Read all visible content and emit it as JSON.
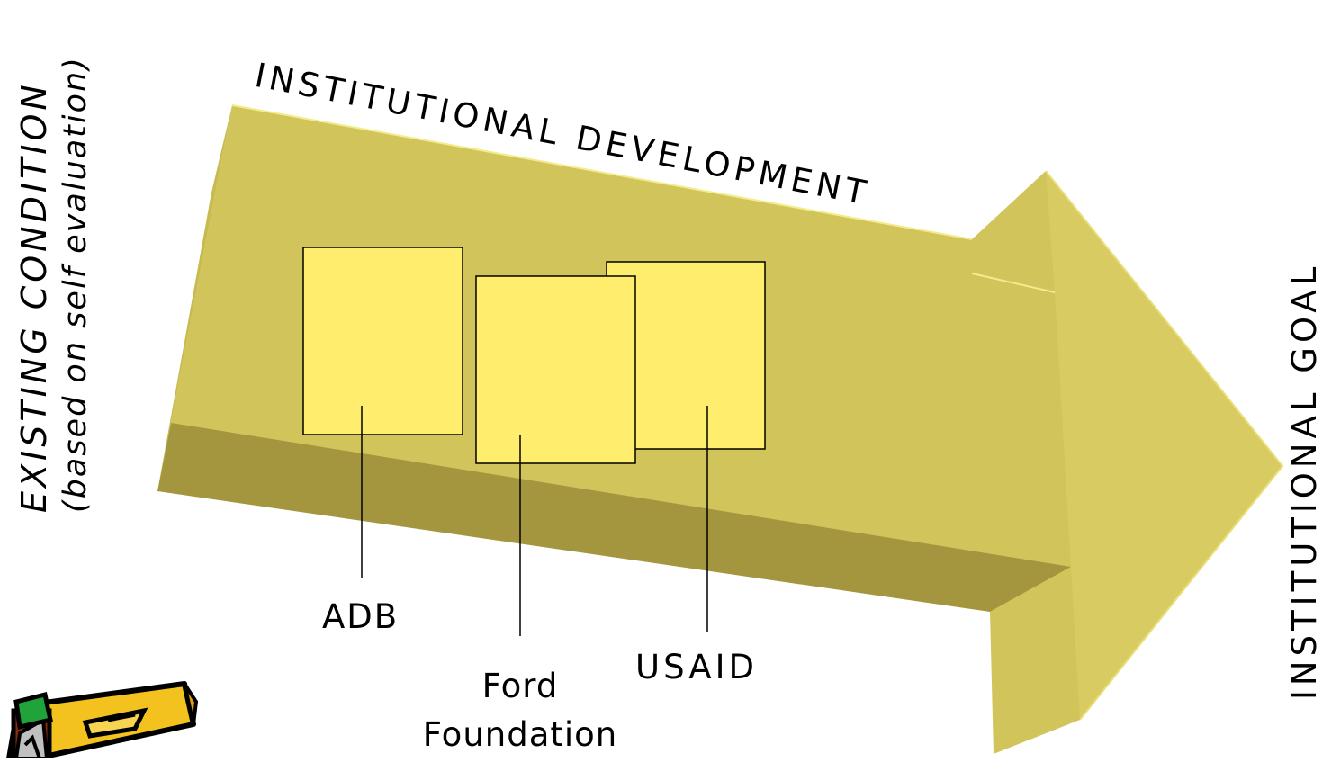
{
  "arrow": {
    "top_color": "#D1C45A",
    "front_color": "#A4963F",
    "head_color": "#D1C45A",
    "outline_color": "#F2EC8C"
  },
  "title": "INSTITUTIONAL DEVELOPMENT",
  "left_label": {
    "line1": "EXISTING CONDITION",
    "line2": "(based on self evaluation)"
  },
  "right_label": "INSTITUTIONAL GOAL",
  "boxes": [
    {
      "label": "ADB"
    },
    {
      "label": "Ford Foundation",
      "line1": "Ford",
      "line2": "Foundation"
    },
    {
      "label": "USAID"
    }
  ],
  "box_color": "#FFEE6E",
  "clipart": {
    "icon": "pencil-clipart-icon"
  }
}
